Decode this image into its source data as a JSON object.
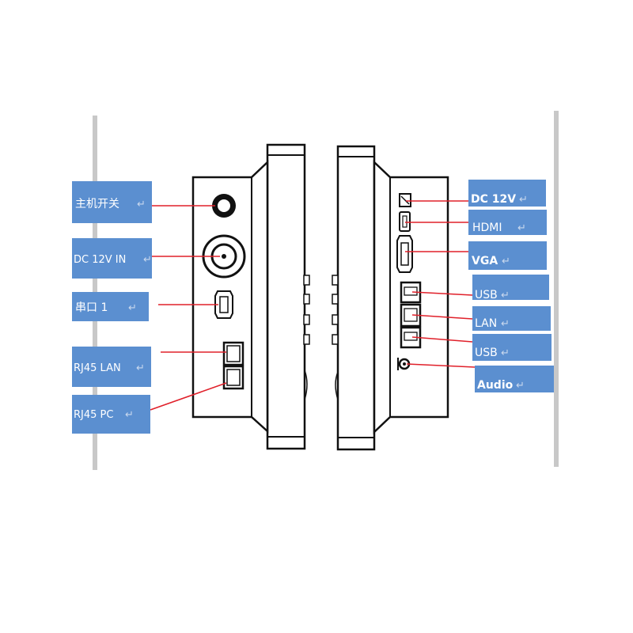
{
  "left_labels": [
    {
      "id": "power-switch",
      "text": "主机开关",
      "mark": "↵"
    },
    {
      "id": "dc-in",
      "text": "DC 12V IN",
      "mark": "↵"
    },
    {
      "id": "serial-1",
      "text": "串口 1",
      "mark": "↵"
    },
    {
      "id": "rj45-lan",
      "text": "RJ45 LAN",
      "mark": "↵"
    },
    {
      "id": "rj45-pc",
      "text": "RJ45 PC",
      "mark": "↵"
    }
  ],
  "right_labels": [
    {
      "id": "dc-12v",
      "text": "DC 12V",
      "mark": "↵"
    },
    {
      "id": "hdmi",
      "text": "HDMI",
      "mark": "↵"
    },
    {
      "id": "vga",
      "text": "VGA",
      "mark": "↵"
    },
    {
      "id": "usb-1",
      "text": "USB",
      "mark": "↵"
    },
    {
      "id": "lan",
      "text": "LAN",
      "mark": "↵"
    },
    {
      "id": "usb-2",
      "text": "USB",
      "mark": "↵"
    },
    {
      "id": "audio",
      "text": "Audio",
      "mark": "↵"
    }
  ],
  "colors": {
    "label_bg": "#5b8fd0",
    "leader": "#e0202a",
    "outline": "#111111",
    "frame": "#c8c8c8"
  }
}
